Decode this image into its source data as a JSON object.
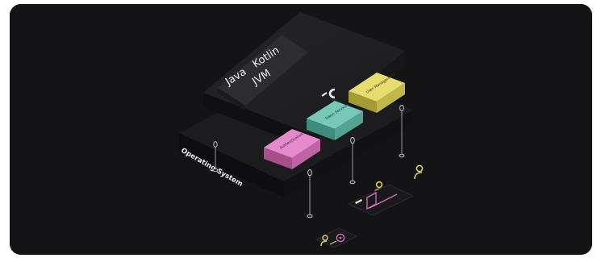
{
  "diagram": {
    "platform_labels": [
      "Java",
      "Kotlin",
      "JVM"
    ],
    "base_label": "Operating System",
    "modules": [
      {
        "label": "Authentication Service",
        "color": "#d76fb7"
      },
      {
        "label": "Token Service",
        "color": "#5fb5a3"
      },
      {
        "label": "User Management",
        "color": "#d8cf56"
      }
    ],
    "accent_colors": {
      "pink": "#d76fb7",
      "teal": "#5fb5a3",
      "yellow": "#d8cf56",
      "background": "#141416"
    },
    "icons": [
      "c-logo-icon",
      "user-icon",
      "browser-window-icon",
      "mobile-user-icon"
    ]
  }
}
